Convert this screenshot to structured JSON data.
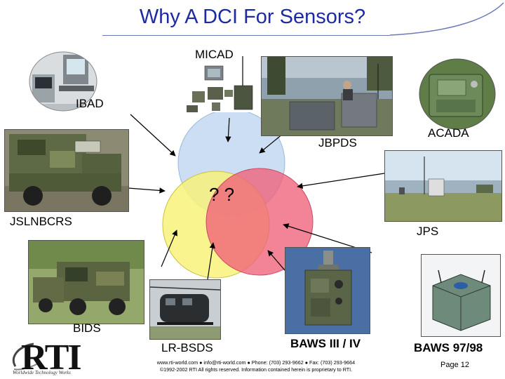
{
  "slide": {
    "title": "Why A DCI For Sensors?",
    "center_label": "? ?",
    "page": "Page 12"
  },
  "labels": {
    "micad": "MICAD",
    "ibad": "IBAD",
    "jbpds": "JBPDS",
    "acada": "ACADA",
    "jslnbcrs": "JSLNBCRS",
    "jps": "JPS",
    "bids": "BIDS",
    "lr_bsds": "LR-BSDS",
    "baws_iii_iv": "BAWS III / IV",
    "baws_97_98": "BAWS 97/98"
  },
  "logo": {
    "text": "RTI",
    "tagline": "Worldwide Technology Works"
  },
  "footer": {
    "line1": "www.rti-world.com ● info@rti-world.com ● Phone: (703) 293-9662 ● Fax: (703) 293-9664",
    "line2": "©1992-2002 RTI All rights reserved. Information contained herein is proprietary to RTI."
  },
  "colors": {
    "title": "#1d2ba3",
    "circle_blue": "#c8dcf2",
    "circle_yellow": "#f8f27a",
    "circle_red": "#f0607a"
  }
}
